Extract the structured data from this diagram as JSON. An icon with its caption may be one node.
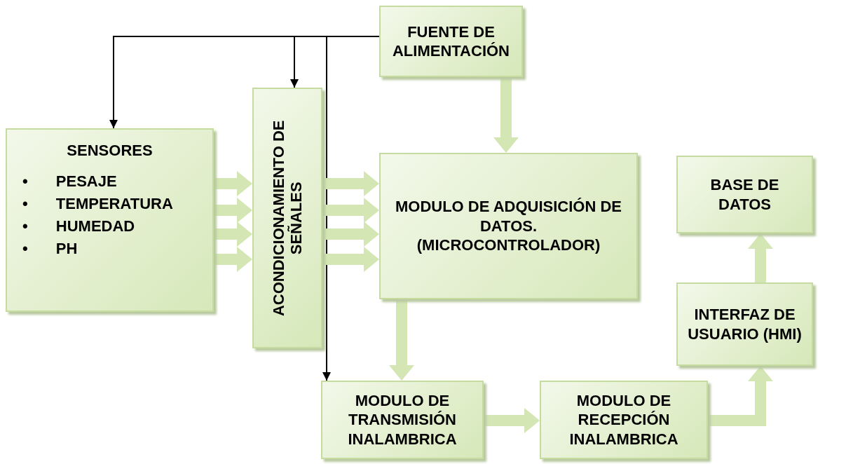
{
  "diagram": {
    "nodes": [
      {
        "text": [
          "FUENTE DE ALIMENTACIÓN"
        ]
      },
      {
        "text": [
          "SENSORES",
          "• PESAJE",
          "• TEMPERATURA",
          "• HUMEDAD",
          "• PH"
        ]
      },
      {
        "text": [
          "ACONDICIONAMIENTO DE SEÑALES"
        ]
      },
      {
        "text": [
          "MODULO DE ADQUISICIÓN DE DATOS. (MICROCONTROLADOR)"
        ]
      },
      {
        "text": [
          "BASE DE DATOS"
        ]
      },
      {
        "text": [
          "INTERFAZ DE USUARIO (HMI)"
        ]
      },
      {
        "text": [
          "MODULO DE TRANSMISIÓN INALAMBRICA"
        ]
      },
      {
        "text": [
          "MODULO DE RECEPCIÓN INALAMBRICA"
        ]
      }
    ],
    "edges": [
      {
        "from": 0,
        "to": 1,
        "arrow": "to",
        "color": "#000000"
      },
      {
        "from": 0,
        "to": 2,
        "arrow": "to",
        "color": "#000000"
      },
      {
        "from": 0,
        "to": 6,
        "arrow": "to",
        "color": "#000000"
      },
      {
        "from": 1,
        "to": 2,
        "arrow": "to"
      },
      {
        "from": 1,
        "to": 2,
        "arrow": "to"
      },
      {
        "from": 1,
        "to": 2,
        "arrow": "to"
      },
      {
        "from": 1,
        "to": 2,
        "arrow": "to"
      },
      {
        "from": 2,
        "to": 3,
        "arrow": "to"
      },
      {
        "from": 2,
        "to": 3,
        "arrow": "to"
      },
      {
        "from": 2,
        "to": 3,
        "arrow": "to"
      },
      {
        "from": 2,
        "to": 3,
        "arrow": "to"
      },
      {
        "from": 0,
        "to": 3,
        "arrow": "to"
      },
      {
        "from": 3,
        "to": 6,
        "arrow": "to"
      },
      {
        "from": 6,
        "to": 7,
        "arrow": "to"
      },
      {
        "from": 7,
        "to": 5,
        "arrow": "to"
      },
      {
        "from": 5,
        "to": 4,
        "arrow": "to"
      }
    ]
  }
}
